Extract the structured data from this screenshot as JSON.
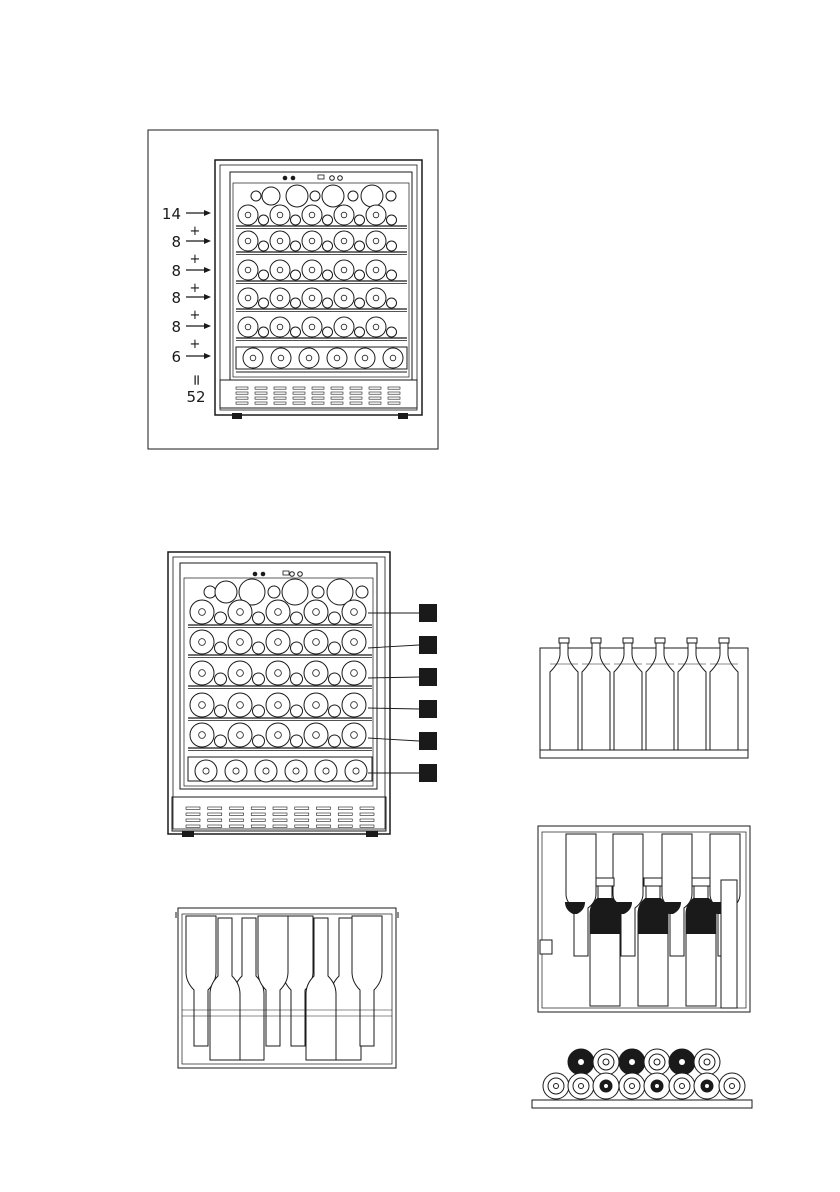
{
  "capacity_figure": {
    "shelf_counts": [
      "14",
      "8",
      "8",
      "8",
      "8",
      "6"
    ],
    "plus_sign": "+",
    "equals_sign": "=",
    "total": "52"
  },
  "shelf_markers": [
    "",
    "",
    "",
    "",
    "",
    ""
  ],
  "ink_color": "#1a1a1a"
}
